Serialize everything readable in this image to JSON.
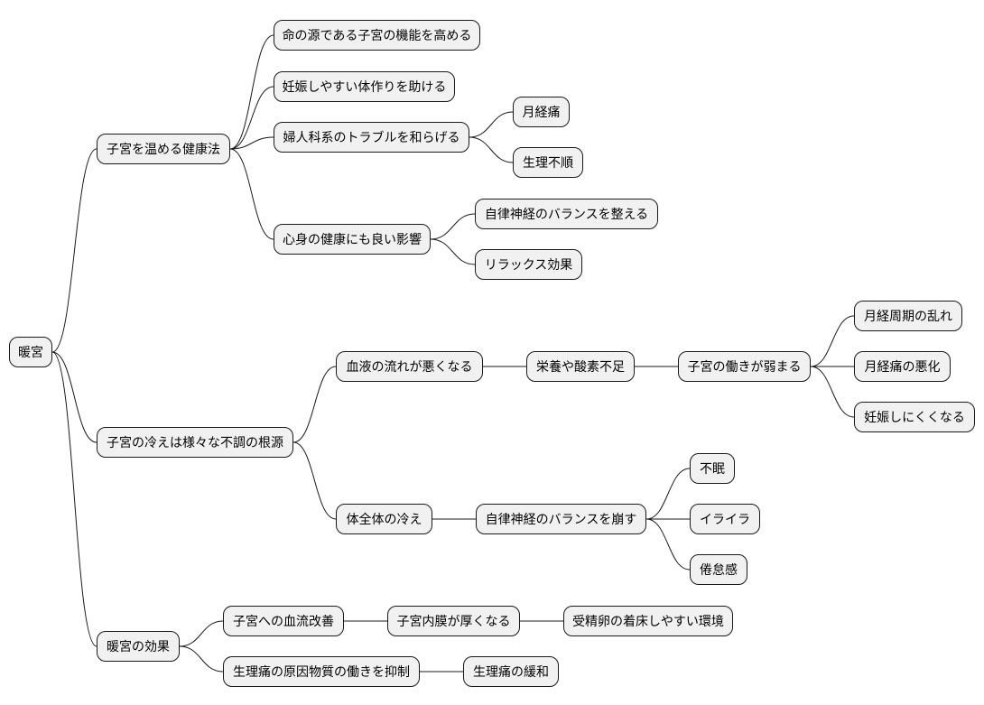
{
  "mindmap": {
    "root": "暖宮",
    "branches": [
      {
        "label": "子宮を温める健康法",
        "children": [
          {
            "label": "命の源である子宮の機能を高める"
          },
          {
            "label": "妊娠しやすい体作りを助ける"
          },
          {
            "label": "婦人科系のトラブルを和らげる",
            "children": [
              {
                "label": "月経痛"
              },
              {
                "label": "生理不順"
              }
            ]
          },
          {
            "label": "心身の健康にも良い影響",
            "children": [
              {
                "label": "自律神経のバランスを整える"
              },
              {
                "label": "リラックス効果"
              }
            ]
          }
        ]
      },
      {
        "label": "子宮の冷えは様々な不調の根源",
        "children": [
          {
            "label": "血液の流れが悪くなる",
            "next": "栄養や酸素不足",
            "next2": "子宮の働きが弱まる",
            "children": [
              {
                "label": "月経周期の乱れ"
              },
              {
                "label": "月経痛の悪化"
              },
              {
                "label": "妊娠しにくくなる"
              }
            ]
          },
          {
            "label": "体全体の冷え",
            "next": "自律神経のバランスを崩す",
            "children": [
              {
                "label": "不眠"
              },
              {
                "label": "イライラ"
              },
              {
                "label": "倦怠感"
              }
            ]
          }
        ]
      },
      {
        "label": "暖宮の効果",
        "children": [
          {
            "label": "子宮への血流改善",
            "next": "子宮内膜が厚くなる",
            "next2": "受精卵の着床しやすい環境"
          },
          {
            "label": "生理痛の原因物質の働きを抑制",
            "next": "生理痛の緩和"
          }
        ]
      }
    ]
  }
}
